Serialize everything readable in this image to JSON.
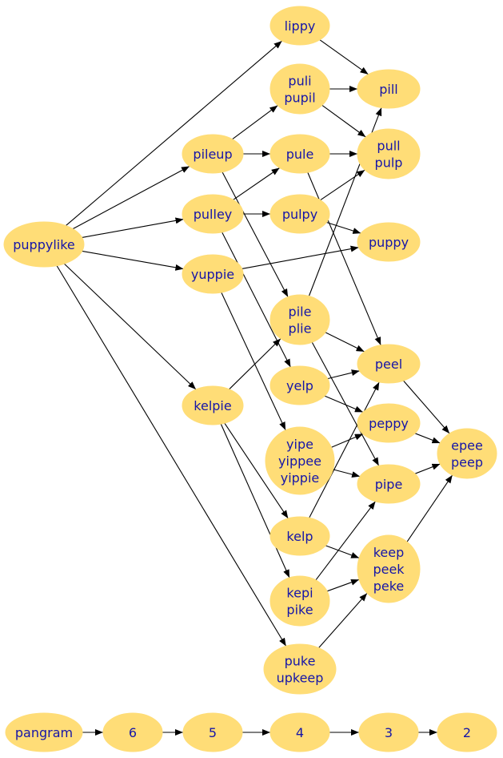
{
  "colors": {
    "node_fill": "#ffdd77",
    "node_text": "#1515a8",
    "edge": "#000000"
  },
  "nodes": [
    {
      "id": "puppylike",
      "lines": [
        "puppylike"
      ]
    },
    {
      "id": "lippy",
      "lines": [
        "lippy"
      ]
    },
    {
      "id": "puli_pupil",
      "lines": [
        "puli",
        "pupil"
      ]
    },
    {
      "id": "pill",
      "lines": [
        "pill"
      ]
    },
    {
      "id": "pileup",
      "lines": [
        "pileup"
      ]
    },
    {
      "id": "pule",
      "lines": [
        "pule"
      ]
    },
    {
      "id": "pull_pulp",
      "lines": [
        "pull",
        "pulp"
      ]
    },
    {
      "id": "pulley",
      "lines": [
        "pulley"
      ]
    },
    {
      "id": "pulpy",
      "lines": [
        "pulpy"
      ]
    },
    {
      "id": "puppy",
      "lines": [
        "puppy"
      ]
    },
    {
      "id": "yuppie",
      "lines": [
        "yuppie"
      ]
    },
    {
      "id": "pile_plie",
      "lines": [
        "pile",
        "plie"
      ]
    },
    {
      "id": "peel",
      "lines": [
        "peel"
      ]
    },
    {
      "id": "yelp",
      "lines": [
        "yelp"
      ]
    },
    {
      "id": "kelpie",
      "lines": [
        "kelpie"
      ]
    },
    {
      "id": "peppy",
      "lines": [
        "peppy"
      ]
    },
    {
      "id": "yipe",
      "lines": [
        "yipe",
        "yippee",
        "yippie"
      ]
    },
    {
      "id": "epee_peep",
      "lines": [
        "epee",
        "peep"
      ]
    },
    {
      "id": "pipe",
      "lines": [
        "pipe"
      ]
    },
    {
      "id": "kelp",
      "lines": [
        "kelp"
      ]
    },
    {
      "id": "keep",
      "lines": [
        "keep",
        "peek",
        "peke"
      ]
    },
    {
      "id": "kepi_pike",
      "lines": [
        "kepi",
        "pike"
      ]
    },
    {
      "id": "puke_upkeep",
      "lines": [
        "puke",
        "upkeep"
      ]
    },
    {
      "id": "pangram",
      "lines": [
        "pangram"
      ]
    },
    {
      "id": "n6",
      "lines": [
        "6"
      ]
    },
    {
      "id": "n5",
      "lines": [
        "5"
      ]
    },
    {
      "id": "n4",
      "lines": [
        "4"
      ]
    },
    {
      "id": "n3",
      "lines": [
        "3"
      ]
    },
    {
      "id": "n2",
      "lines": [
        "2"
      ]
    }
  ],
  "edges": [
    {
      "from": "puppylike",
      "to": "lippy"
    },
    {
      "from": "puppylike",
      "to": "pileup"
    },
    {
      "from": "puppylike",
      "to": "pulley"
    },
    {
      "from": "puppylike",
      "to": "yuppie"
    },
    {
      "from": "puppylike",
      "to": "kelpie"
    },
    {
      "from": "puppylike",
      "to": "puke_upkeep"
    },
    {
      "from": "lippy",
      "to": "pill"
    },
    {
      "from": "puli_pupil",
      "to": "pill"
    },
    {
      "from": "puli_pupil",
      "to": "pull_pulp"
    },
    {
      "from": "pileup",
      "to": "puli_pupil"
    },
    {
      "from": "pileup",
      "to": "pule"
    },
    {
      "from": "pileup",
      "to": "pile_plie"
    },
    {
      "from": "pule",
      "to": "pull_pulp"
    },
    {
      "from": "pule",
      "to": "peel"
    },
    {
      "from": "pulley",
      "to": "pule"
    },
    {
      "from": "pulley",
      "to": "pulpy"
    },
    {
      "from": "pulley",
      "to": "yelp"
    },
    {
      "from": "pulpy",
      "to": "pull_pulp"
    },
    {
      "from": "pulpy",
      "to": "puppy"
    },
    {
      "from": "yuppie",
      "to": "puppy"
    },
    {
      "from": "yuppie",
      "to": "yipe"
    },
    {
      "from": "pile_plie",
      "to": "pill"
    },
    {
      "from": "pile_plie",
      "to": "peel"
    },
    {
      "from": "pile_plie",
      "to": "pipe"
    },
    {
      "from": "kelpie",
      "to": "pile_plie"
    },
    {
      "from": "kelpie",
      "to": "kelp"
    },
    {
      "from": "kelpie",
      "to": "kepi_pike"
    },
    {
      "from": "yelp",
      "to": "peel"
    },
    {
      "from": "yelp",
      "to": "peppy"
    },
    {
      "from": "yipe",
      "to": "peppy"
    },
    {
      "from": "yipe",
      "to": "pipe"
    },
    {
      "from": "peel",
      "to": "epee_peep"
    },
    {
      "from": "peppy",
      "to": "epee_peep"
    },
    {
      "from": "pipe",
      "to": "epee_peep"
    },
    {
      "from": "kelp",
      "to": "peel"
    },
    {
      "from": "kelp",
      "to": "keep"
    },
    {
      "from": "kepi_pike",
      "to": "pipe"
    },
    {
      "from": "kepi_pike",
      "to": "keep"
    },
    {
      "from": "keep",
      "to": "epee_peep"
    },
    {
      "from": "puke_upkeep",
      "to": "keep"
    },
    {
      "from": "pangram",
      "to": "n6"
    },
    {
      "from": "n6",
      "to": "n5"
    },
    {
      "from": "n5",
      "to": "n4"
    },
    {
      "from": "n4",
      "to": "n3"
    },
    {
      "from": "n3",
      "to": "n2"
    }
  ]
}
